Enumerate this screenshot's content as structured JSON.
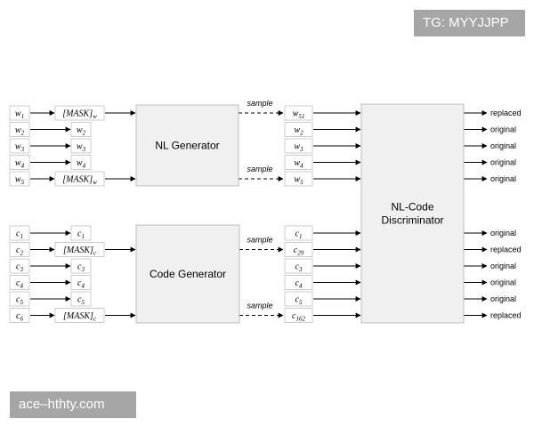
{
  "watermark_top": "TG: MYYJJPP",
  "watermark_bottom": "ace–hthty.com",
  "nl": {
    "inputs": [
      {
        "base": "w",
        "sub": "1"
      },
      {
        "base": "w",
        "sub": "2"
      },
      {
        "base": "w",
        "sub": "3"
      },
      {
        "base": "w",
        "sub": "4"
      },
      {
        "base": "w",
        "sub": "5"
      }
    ],
    "masked": [
      {
        "mask": true,
        "sub": "w"
      },
      {
        "base": "w",
        "sub": "2"
      },
      {
        "base": "w",
        "sub": "3"
      },
      {
        "base": "w",
        "sub": "4"
      },
      {
        "mask": true,
        "sub": "w"
      }
    ],
    "generator_label": "NL Generator",
    "sampled": [
      {
        "base": "w",
        "sub": "51"
      },
      {
        "base": "w",
        "sub": "2"
      },
      {
        "base": "w",
        "sub": "3"
      },
      {
        "base": "w",
        "sub": "4"
      },
      {
        "base": "w",
        "sub": "5"
      }
    ],
    "sample_rows": [
      0,
      4
    ],
    "outputs": [
      "replaced",
      "original",
      "original",
      "original",
      "original"
    ]
  },
  "code": {
    "inputs": [
      {
        "base": "c",
        "sub": "1"
      },
      {
        "base": "c",
        "sub": "2"
      },
      {
        "base": "c",
        "sub": "3"
      },
      {
        "base": "c",
        "sub": "4"
      },
      {
        "base": "c",
        "sub": "5"
      },
      {
        "base": "c",
        "sub": "6"
      }
    ],
    "masked": [
      {
        "base": "c",
        "sub": "1"
      },
      {
        "mask": true,
        "sub": "c"
      },
      {
        "base": "c",
        "sub": "3"
      },
      {
        "base": "c",
        "sub": "4"
      },
      {
        "base": "c",
        "sub": "5"
      },
      {
        "mask": true,
        "sub": "c"
      }
    ],
    "generator_label": "Code Generator",
    "sampled": [
      {
        "base": "c",
        "sub": "1"
      },
      {
        "base": "c",
        "sub": "29"
      },
      {
        "base": "c",
        "sub": "3"
      },
      {
        "base": "c",
        "sub": "4"
      },
      {
        "base": "c",
        "sub": "5"
      },
      {
        "base": "c",
        "sub": "162"
      }
    ],
    "sample_rows": [
      1,
      5
    ],
    "outputs": [
      "original",
      "replaced",
      "original",
      "original",
      "original",
      "replaced"
    ]
  },
  "sample_label": "sample",
  "mask_text": "[MASK]",
  "discriminator_label": [
    "NL-Code",
    "Discriminator"
  ],
  "colors": {
    "box_fill": "#f0f0f0",
    "box_stroke": "#b0b0b0",
    "token_stroke": "#c0c0c0",
    "line": "#000000"
  }
}
